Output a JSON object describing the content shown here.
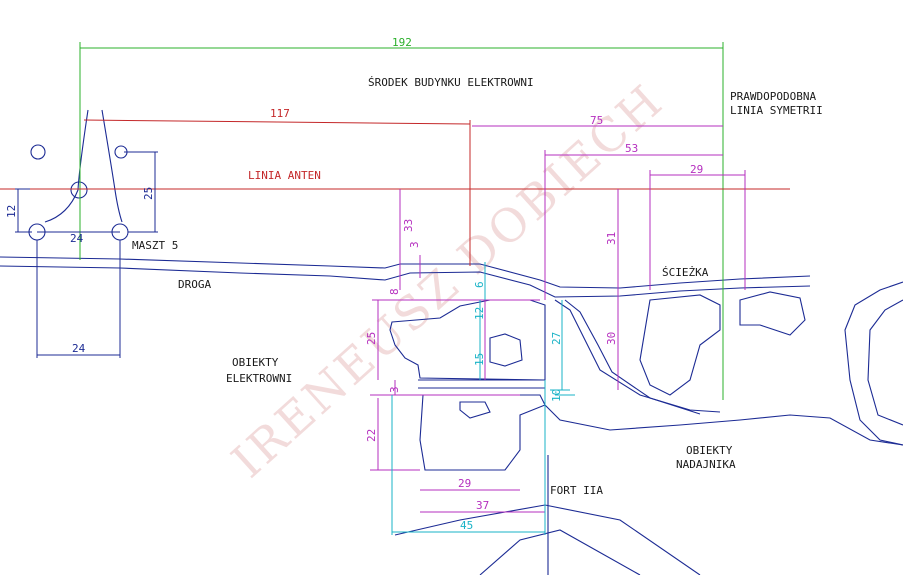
{
  "labels": {
    "center": "ŚRODEK BUDYNKU ELEKTROWNI",
    "symmetry_1": "PRAWDOPODOBNA",
    "symmetry_2": "LINIA SYMETRII",
    "antenna_line": "LINIA ANTEN",
    "mast": "MASZT 5",
    "road": "DROGA",
    "path": "ŚCIEŻKA",
    "plant_1": "OBIEKTY",
    "plant_2": "ELEKTROWNI",
    "transmitter_1": "OBIEKTY",
    "transmitter_2": "NADAJNIKA",
    "fort": "FORT IIA",
    "watermark": "IRENEUSZ DOBIECH"
  },
  "dimensions": {
    "d192": "192",
    "d117": "117",
    "d75": "75",
    "d53": "53",
    "d29_top": "29",
    "d25_mast": "25",
    "d12": "12",
    "d24_mast": "24",
    "d24_base": "24",
    "d33": "33",
    "d3_top": "3",
    "d8": "8",
    "d6": "6",
    "d12_mid": "12",
    "d15": "15",
    "d25_left": "25",
    "d3_mid": "3",
    "d22": "22",
    "d27": "27",
    "d10": "10",
    "d31": "31",
    "d30": "30",
    "d29_bottom": "29",
    "d37": "37",
    "d45": "45"
  },
  "colors": {
    "outline": "#1c2b94",
    "dim_green": "#2bb02b",
    "dim_red": "#c4282a",
    "dim_magenta": "#b52fbf",
    "dim_cyan": "#1ab3c7",
    "antenna_line": "#c4282a",
    "watermark": "#cd6e6e"
  }
}
